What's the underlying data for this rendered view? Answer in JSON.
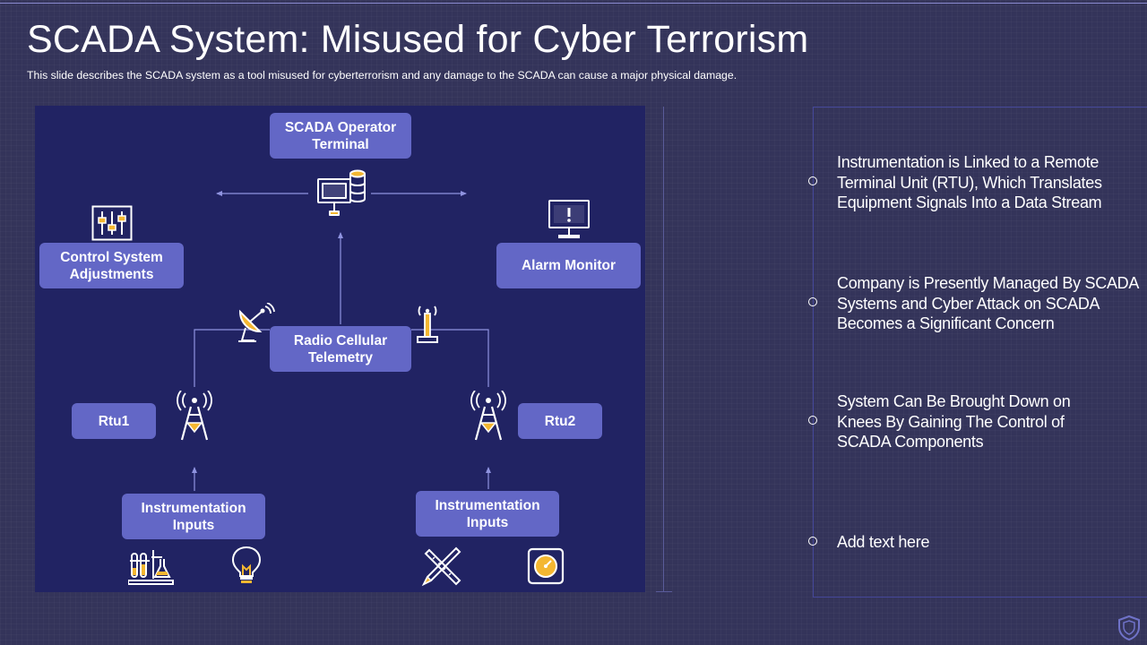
{
  "slide": {
    "title": "SCADA System: Misused for Cyber Terrorism",
    "subtitle": "This slide describes the SCADA system as a tool misused for cyberterrorism and any damage to the SCADA can cause a major physical damage."
  },
  "diagram": {
    "nodes": {
      "operator_terminal": "SCADA Operator Terminal",
      "control_adjustments": "Control System Adjustments",
      "alarm_monitor": "Alarm Monitor",
      "radio_telemetry": "Radio Cellular Telemetry",
      "rtu1": "Rtu1",
      "rtu2": "Rtu2",
      "inputs_left": "Instrumentation Inputs",
      "inputs_right": "Instrumentation Inputs"
    },
    "icons": {
      "operator": "computer-database-icon",
      "control": "sliders-icon",
      "alarm": "monitor-alert-icon",
      "satellite": "satellite-dish-icon",
      "antenna": "antenna-tower-icon",
      "tower_left": "radio-tower-icon",
      "tower_right": "radio-tower-icon",
      "lab": "lab-flasks-icon",
      "bulb": "lightbulb-icon",
      "tools": "pencil-ruler-icon",
      "gauge": "gauge-icon"
    }
  },
  "bullets": [
    {
      "text": "Instrumentation is Linked to a Remote Terminal Unit (RTU), Which Translates Equipment Signals Into a Data Stream"
    },
    {
      "text": "Company  is Presently Managed By SCADA Systems and Cyber Attack on SCADA Becomes a Significant Concern"
    },
    {
      "text": "System Can Be Brought Down on Knees By Gaining The Control of SCADA Components"
    },
    {
      "text": "Add text here"
    }
  ],
  "colors": {
    "background": "#34345a",
    "panel": "#212363",
    "node": "#6367c6",
    "accent": "#f4b731"
  },
  "footer": {
    "logo": "shield-icon"
  }
}
